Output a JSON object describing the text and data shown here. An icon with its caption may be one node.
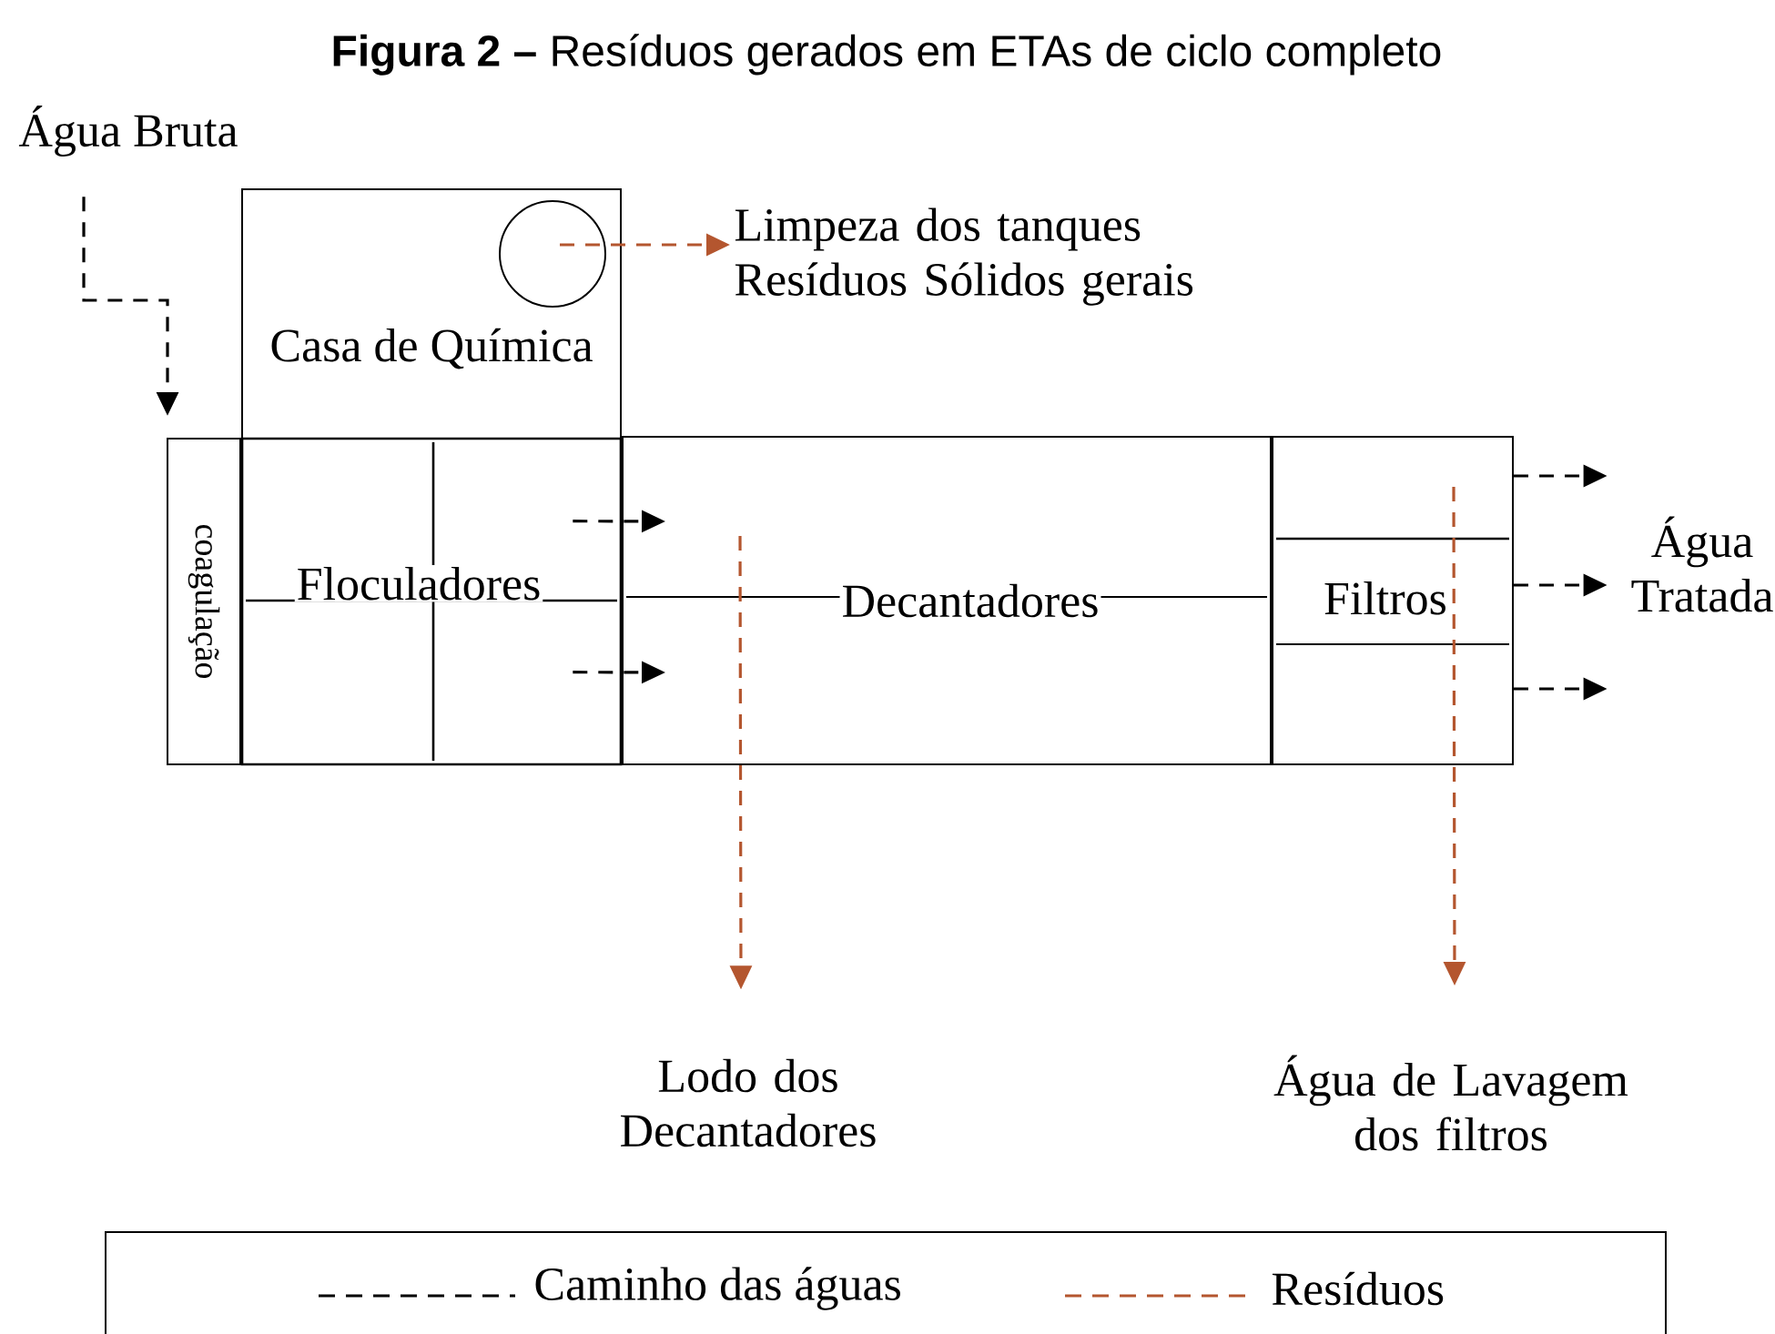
{
  "diagram": {
    "title": "**Figura 2 –** Resíduos gerados em ETAs de ciclo completo",
    "nodes": [
      {
        "text": [
          "Água Bruta"
        ]
      },
      {
        "text": [
          "Casa de Química"
        ]
      },
      {
        "text": [],
        "shape": "circle",
        "in": 1
      },
      {
        "text": [
          "Limpeza dos tanques Resíduos Sólidos gerais"
        ]
      },
      {
        "text": [
          "coagulação"
        ]
      },
      {
        "text": [
          "Floculadores"
        ]
      },
      {
        "text": [
          "Decantadores"
        ]
      },
      {
        "text": [
          "Filtros"
        ]
      },
      {
        "text": [
          "Água Tratada"
        ]
      },
      {
        "text": [
          "Lodo dos Decantadores"
        ]
      },
      {
        "text": [
          "Água de Lavagem dos filtros"
        ]
      }
    ],
    "edges": [
      {
        "from": 0,
        "to": 4,
        "arrow": "to"
      },
      {
        "from": 2,
        "to": 3,
        "arrow": "to",
        "color": "#b4562f"
      },
      {
        "from": 5,
        "to": 6,
        "arrow": "to"
      },
      {
        "from": 5,
        "to": 6,
        "arrow": "to"
      },
      {
        "from": 7,
        "to": 8,
        "arrow": "to"
      },
      {
        "from": 7,
        "to": 8,
        "arrow": "to"
      },
      {
        "from": 7,
        "to": 8,
        "arrow": "to"
      },
      {
        "from": 6,
        "to": 9,
        "arrow": "to",
        "color": "#b4562f"
      },
      {
        "from": 7,
        "to": 10,
        "arrow": "to",
        "color": "#b4562f"
      }
    ],
    "legend": [
      {
        "text": "Caminho das águas"
      },
      {
        "text": "Resíduos"
      }
    ]
  }
}
